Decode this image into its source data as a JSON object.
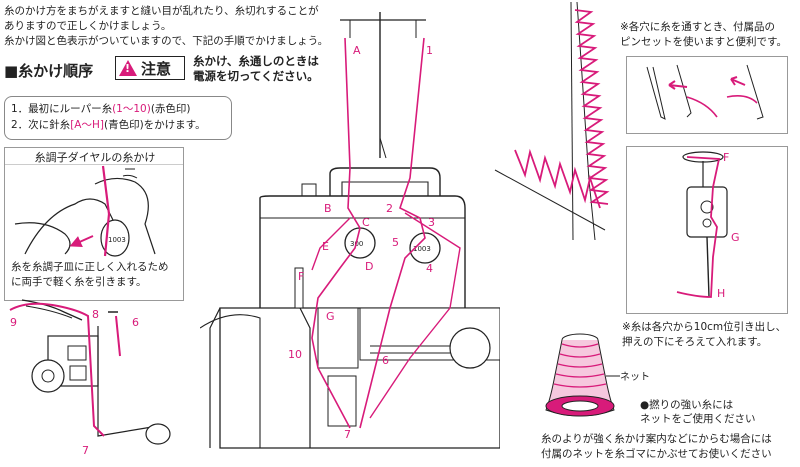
{
  "intro": {
    "line1": "糸のかけ方をまちがえますと縫い目が乱れたり、糸切れすることが",
    "line2": "ありますので正しくかけましょう。",
    "line3": "糸かけ図と色表示がついていますので、下記の手順でかけましょう。"
  },
  "order_title": "■糸かけ順序",
  "caution": {
    "symbol": "!",
    "word": "注意",
    "line1": "糸かけ、糸通しのときは",
    "line2": "電源を切ってください。"
  },
  "steps": {
    "s1_prefix": "1．最初にルーパー糸",
    "s1_code": "(1〜10)",
    "s1_suffix": "(赤色印)",
    "s2_prefix": "2．次に針糸",
    "s2_code": "[A〜H]",
    "s2_suffix": "(青色印)をかけます。"
  },
  "dial": {
    "title": "糸調子ダイヤルの糸かけ",
    "note1": "糸を糸調子皿に正しく入れるため",
    "note2": "に両手で軽く糸を引きます。",
    "dial_number": "1003"
  },
  "tweezer_tip": {
    "line1": "※各穴に糸を通すとき、付属品の",
    "line2": "ピンセットを使いますと便利です。"
  },
  "needle": {
    "label_f": "F",
    "label_g": "G",
    "label_h": "H",
    "note1": "※糸は各穴から10cm位引き出し、",
    "note2": "押えの下にそろえて入れます。"
  },
  "net": {
    "label": "ネット",
    "note1": "●撚りの強い糸には",
    "note2": "ネットをご使用ください",
    "bottom1": "糸のよりが強く糸かけ案内などにからむ場合には",
    "bottom2": "付属のネットを糸ゴマにかぶせてお使いください"
  },
  "machine_labels": {
    "a": "A",
    "b": "B",
    "c": "C",
    "d": "D",
    "e": "E",
    "f": "F",
    "g": "G",
    "n1": "1",
    "n2": "2",
    "n3": "3",
    "n4": "4",
    "n5": "5",
    "n6": "6",
    "n7": "7",
    "n10": "10",
    "dial_left": "300",
    "dial_right": "1003"
  },
  "looper_labels": {
    "n6": "6",
    "n7": "7",
    "n8": "8",
    "n9": "9"
  },
  "colors": {
    "thread": "#d81b7a",
    "line": "#222222"
  }
}
